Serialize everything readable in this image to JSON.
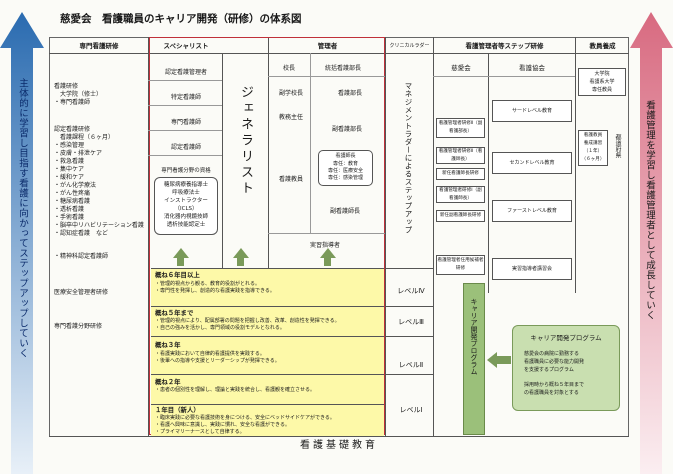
{
  "title": "慈愛会　看護職員のキャリア開発（研修）の体系図",
  "left_arrow_text": "主体的に学習し目指す看護に向かってステップアップしていく",
  "right_arrow_text": "看護管理を学習し看護管理者として成長していく",
  "headers": {
    "specialty": "専門看護研修",
    "specialist": "スペシャリスト",
    "manager": "管理者",
    "clinical_ladder": "クリニカルラダー",
    "mgr_step": "看護管理者等ステップ研修",
    "faculty": "教員養成"
  },
  "specialty_items": {
    "group1": [
      "看護研修",
      "　大学院（修士）",
      "・専門看護師"
    ],
    "group2": [
      "認定看護研修",
      "　看護課程（６ヶ月）",
      "・感染管理",
      "・皮膚・排泄ケア",
      "・救急看護",
      "・集中ケア",
      "・緩和ケア",
      "・がん化学療法",
      "・がん性疼痛",
      "・糖尿病看護",
      "・透析看護",
      "・手術看護",
      "・脳卒中リハビリテーション看護",
      "・認知症看護　など"
    ],
    "extra": "・精神科認定看護師",
    "medical_safety": "医療安全管理者研修",
    "specialty_field": "専門看護分野研修"
  },
  "specialist_items": [
    "認定看護管理者",
    "特定看護師",
    "専門看護師",
    "認定看護師",
    "専門看護分野の資格"
  ],
  "specialist_quals": [
    "糖尿病療養指導士",
    "呼吸療法士",
    "インストラクター",
    "（ICLS）",
    "消化器内視鏡技師",
    "透析技能認定士"
  ],
  "generalist": "ジェネラリスト",
  "manager": {
    "director": "校長",
    "nursing_director": "統括看護部長",
    "vice_director": "副学校長",
    "nursing_head": "看護部長",
    "academic": "教務主任",
    "deputy_head": "副看護部長",
    "head_nurse_box": [
      "看護師長",
      "専任：教育",
      "専任：医療安全",
      "専任：感染管理"
    ],
    "teacher": "看護教員",
    "deputy_chief": "副看護師長",
    "preceptor": "実習指導者"
  },
  "ladder": {
    "mgmt_ladder": "マネジメントラダーによるステップアップ",
    "career_prog": "キャリア開発プログラム",
    "levels": [
      "レベルⅣ",
      "レベルⅢ",
      "レベルⅡ",
      "レベルⅠ"
    ]
  },
  "mgr_step": {
    "jiaikai": "慈愛会",
    "association": "看護協会",
    "courses": [
      "看護管理者研修Ⅱ（副看護部長）",
      "看護管理者研修Ⅱ（看護師長）",
      "新任看護師長研修",
      "看護管理者研修Ⅰ（副看護師長）",
      "新任副看護師長研修",
      "看護管理者任用候補者研修"
    ],
    "assoc_levels": [
      "サードレベル教育",
      "セカンドレベル教育",
      "ファーストレベル教育",
      "実習指導者講習会"
    ]
  },
  "faculty": {
    "univ": [
      "大学院",
      "看護系大学",
      "専任教員"
    ],
    "teacher_course": [
      "看護教員",
      "養成講習",
      "（１年）",
      "（６ヶ月）"
    ],
    "location": "都道府県"
  },
  "career_program": {
    "title": "キャリア開発プログラム",
    "lines": [
      "慈愛会の病院に勤務する",
      "看護職員に必要な能力開発",
      "を支援するプログラム",
      "",
      "採用時から概ね５年目まで",
      "の看護職員を対象とする"
    ]
  },
  "years": [
    {
      "label": "概ね６年目以上",
      "desc": [
        "・管理的視点から観る、教育的役割がとれる。",
        "・専門性を発揮し、創造的な看護実践を指導できる。"
      ]
    },
    {
      "label": "概ね５年まで",
      "desc": [
        "・管理的視点により、配属部署の問題を把握し改善、改革、創造性を発揮できる。",
        "・自己の強みを活かし、専門領域の役割モデルとなれる。"
      ]
    },
    {
      "label": "概ね３年",
      "desc": [
        "・看護実践において自律的看護提供を実践する。",
        "・後輩への指導や支援とリーダーシップが発揮できる。"
      ]
    },
    {
      "label": "概ね２年",
      "desc": [
        "・患者の個別性を理解し、理論と実践を統合し、看護観を確立させる。"
      ]
    },
    {
      "label": "１年目（新人）",
      "desc": [
        "・臨床実践に必要な看護技術を身につける、安全にベッドサイドケアができる。",
        "・看護へ興味に意識し、実践に慣れ、安全な看護ができる。",
        "・プライマリーナースとして自律する。"
      ]
    }
  ],
  "foundation": "看護基礎教育"
}
